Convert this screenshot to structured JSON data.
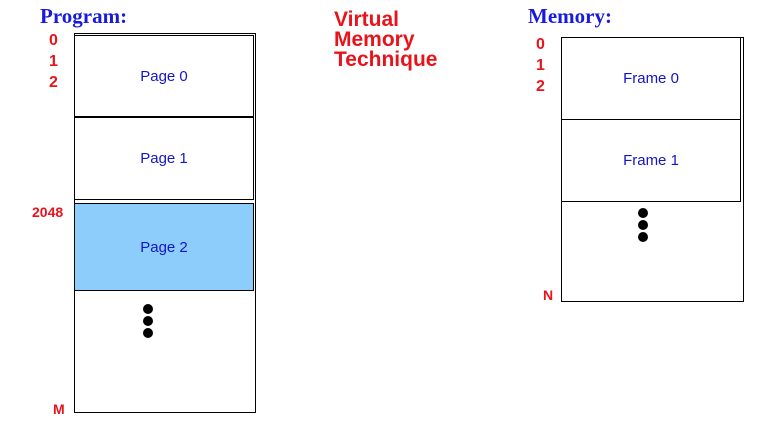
{
  "title_lines": [
    "Virtual",
    "Memory",
    "Technique"
  ],
  "program": {
    "heading": "Program:",
    "start_addresses": [
      "0",
      "1",
      "2"
    ],
    "page_2_address": "2048",
    "end_address": "M",
    "pages": [
      "Page 0",
      "Page 1",
      "Page 2"
    ],
    "highlighted_page_index": 2
  },
  "memory": {
    "heading": "Memory:",
    "start_addresses": [
      "0",
      "1",
      "2"
    ],
    "end_address": "N",
    "frames": [
      "Frame 0",
      "Frame 1"
    ]
  },
  "colors": {
    "heading": "#1a1adc",
    "address_labels": "#e8141c",
    "block_text": "#1414c8",
    "highlight": "#8dcdfc"
  }
}
